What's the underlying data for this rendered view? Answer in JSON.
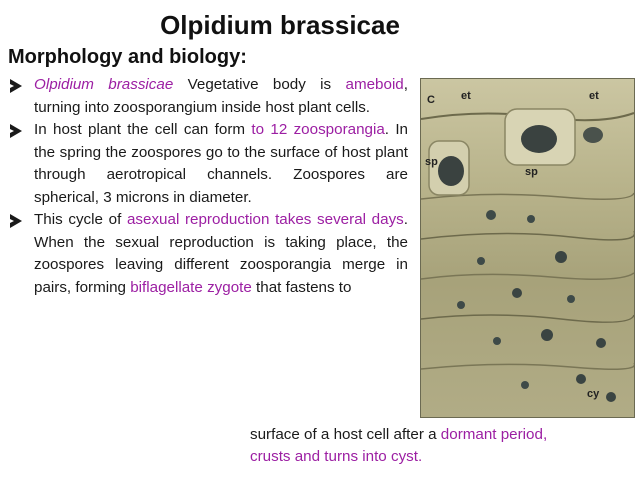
{
  "title": "Olpidium brassicae",
  "subheading": "Morphology and biology:",
  "bullet1": {
    "species": "Olpidium brassicae",
    "t1": " Vegetative body is ",
    "hl1": "ameboid",
    "t2": ", turning into zoosporangium inside host plant cells."
  },
  "bullet2": {
    "t1": "In host plant the cell can form ",
    "hl1": "to 12 zoosporangia",
    "t2": ". In the spring the zoospores go to the surface of host plant through aerotropical channels. Zoospores are spherical, 3 microns in diameter."
  },
  "bullet3": {
    "t1": "This cycle of ",
    "hl1": "asexual reproduction takes several days",
    "t2": ". When the sexual reproduction is taking place, the zoospores leaving different zoosporangia merge in pairs, forming ",
    "hl2": "biflagellate zygote",
    "t3": " that fastens to"
  },
  "tail": {
    "t1": "surface of a host cell after a ",
    "hl1": "dormant period, crusts and turns into cyst."
  },
  "micrograph": {
    "label_panel": "C",
    "label_et_1": "et",
    "label_et_2": "et",
    "label_sp_1": "sp",
    "label_sp_2": "sp",
    "label_cy": "cy"
  },
  "colors": {
    "highlight": "#9c1fa3",
    "text": "#1a1a1a"
  }
}
